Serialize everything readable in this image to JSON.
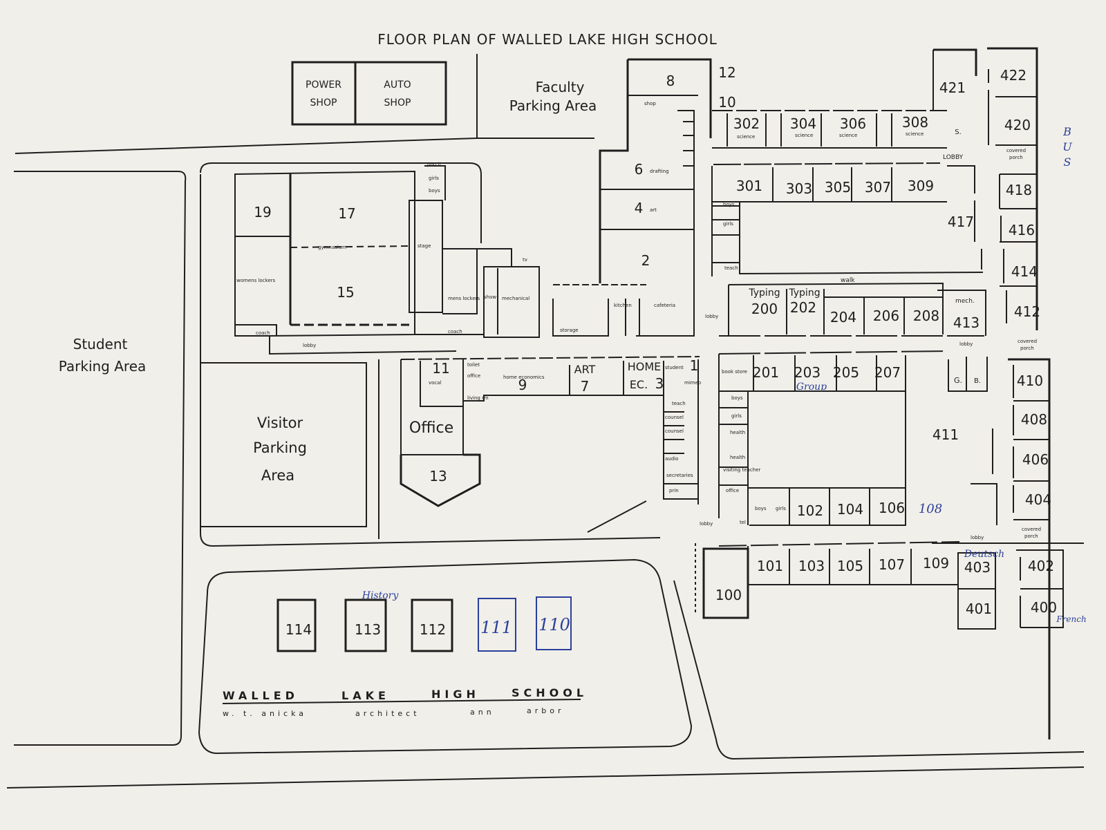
{
  "title": "FLOOR PLAN OF WALLED LAKE HIGH SCHOOL",
  "areas": {
    "power_shop": [
      "POWER",
      "SHOP"
    ],
    "auto_shop": [
      "AUTO",
      "SHOP"
    ],
    "faculty_parking": [
      "Faculty",
      "Parking Area"
    ],
    "student_parking": [
      "Student",
      "Parking Area"
    ],
    "visitor_parking": [
      "Visitor",
      "Parking",
      "Area"
    ]
  },
  "rooms": {
    "r8": "8",
    "r12": "12",
    "r10": "10",
    "r6": "6",
    "r4": "4",
    "r2": "2",
    "r19": "19",
    "r17": "17",
    "r15": "15",
    "r11": "11",
    "r9": "9",
    "r7": "7",
    "r3": "3",
    "r1": "1",
    "r13": "13",
    "office": "Office",
    "art": "ART",
    "home_ec1": "HOME",
    "home_ec2": "EC.",
    "r302": "302",
    "r304": "304",
    "r306": "306",
    "r308": "308",
    "r301": "301",
    "r303": "303",
    "r305": "305",
    "r307": "307",
    "r309": "309",
    "r421": "421",
    "r422": "422",
    "r420": "420",
    "r418": "418",
    "r416": "416",
    "r417": "417",
    "r414": "414",
    "r412": "412",
    "r413": "413",
    "r410": "410",
    "r408": "408",
    "r406": "406",
    "r404": "404",
    "r402": "402",
    "r400": "400",
    "r403": "403",
    "r401": "401",
    "r411": "411",
    "r200": "200",
    "r202": "202",
    "r204": "204",
    "r206": "206",
    "r208": "208",
    "r201": "201",
    "r203": "203",
    "r205": "205",
    "r207": "207",
    "r102": "102",
    "r104": "104",
    "r106": "106",
    "r101": "101",
    "r103": "103",
    "r105": "105",
    "r107": "107",
    "r109": "109",
    "r100": "100",
    "r114": "114",
    "r113": "113",
    "r112": "112",
    "typing1": "Typing",
    "typing2": "Typing",
    "g": "G.",
    "b": "B.",
    "s": "S."
  },
  "small_labels": {
    "shop": "shop",
    "drafting": "drafting",
    "art": "art",
    "cafeteria": "cafeteria",
    "kitchen": "kitchen",
    "porch": "porch",
    "girls": "girls",
    "boys": "boys",
    "stage": "stage",
    "gymnasium": "gymnasium",
    "womens_lockers": "womens lockers",
    "mens_lockers": "mens lockers",
    "mechanical": "mechanical",
    "lobby": "lobby",
    "LOBBY": "LOBBY",
    "science": "science",
    "walk": "walk",
    "mech": "mech.",
    "covered_porch1": "covered",
    "covered_porch2": "porch",
    "vocal": "vocal",
    "toilet": "toilet",
    "office": "office",
    "living_rm": "living rm",
    "home_economics": "home economics",
    "student": "student",
    "mimeo": "mimeo",
    "teach": "teach",
    "counsel": "counsel",
    "audio": "audio",
    "secretaries": "secretaries",
    "prin": "prin",
    "book_store": "book store",
    "health": "health",
    "visiting_teacher": "visiting teacher",
    "storage": "storage",
    "coach": "coach",
    "show": "show",
    "tel": "tel",
    "tv": "tv"
  },
  "handwritten": {
    "r108": "108",
    "r111": "111",
    "r110": "110",
    "group": "Group",
    "history": "History",
    "deutsch": "Deutsch",
    "french": "French",
    "bus": [
      "B",
      "U",
      "S"
    ]
  },
  "credits": {
    "name": [
      "WALLED",
      "LAKE",
      "HIGH",
      "SCHOOL"
    ],
    "architect": [
      "w. t. anicka",
      "architect",
      "ann",
      "arbor"
    ]
  }
}
